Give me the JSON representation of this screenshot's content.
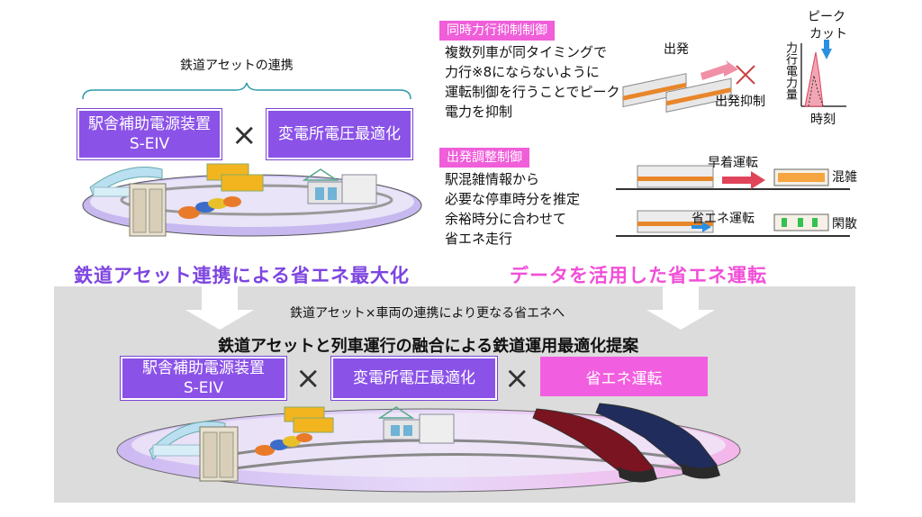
{
  "top_left": {
    "heading": "鉄道アセットの連携",
    "box1_line1": "駅舎補助電源装置",
    "box1_line2": "S-EIV",
    "box2": "変電所電圧最適化",
    "cross": "×",
    "tagline": "鉄道アセット連携による省エネ最大化"
  },
  "top_right": {
    "tag1": "同時力行抑制制御",
    "desc1": [
      "複数列車が同タイミングで",
      "力行※8にならないように",
      "運転制御を行うことでピーク",
      "電力を抑制"
    ],
    "label_depart": "出発",
    "label_depart_suppress": "出発抑制",
    "label_peak": "ピーク",
    "label_cut": "カット",
    "axis_y": "力行電力量",
    "axis_x": "時刻",
    "tag2": "出発調整制御",
    "desc2": [
      "駅混雑情報から",
      "必要な停車時分を推定",
      "余裕時分に合わせて",
      "省エネ走行"
    ],
    "label_early": "早着運転",
    "label_crowded": "混雑",
    "label_eco": "省エネ運転",
    "label_quiet": "閑散",
    "tagline": "データを活用した省エネ運転"
  },
  "bottom": {
    "intro": "鉄道アセット×車両の連携により更なる省エネへ",
    "title": "鉄道アセットと列車運行の融合による鉄道運用最適化提案",
    "box1_line1": "駅舎補助電源装置",
    "box1_line2": "S-EIV",
    "box2": "変電所電圧最適化",
    "box3": "省エネ運転",
    "cross": "×"
  },
  "colors": {
    "purple": "#8b52e8",
    "pink": "#f25ee0",
    "panel": "#dcdcdc"
  }
}
